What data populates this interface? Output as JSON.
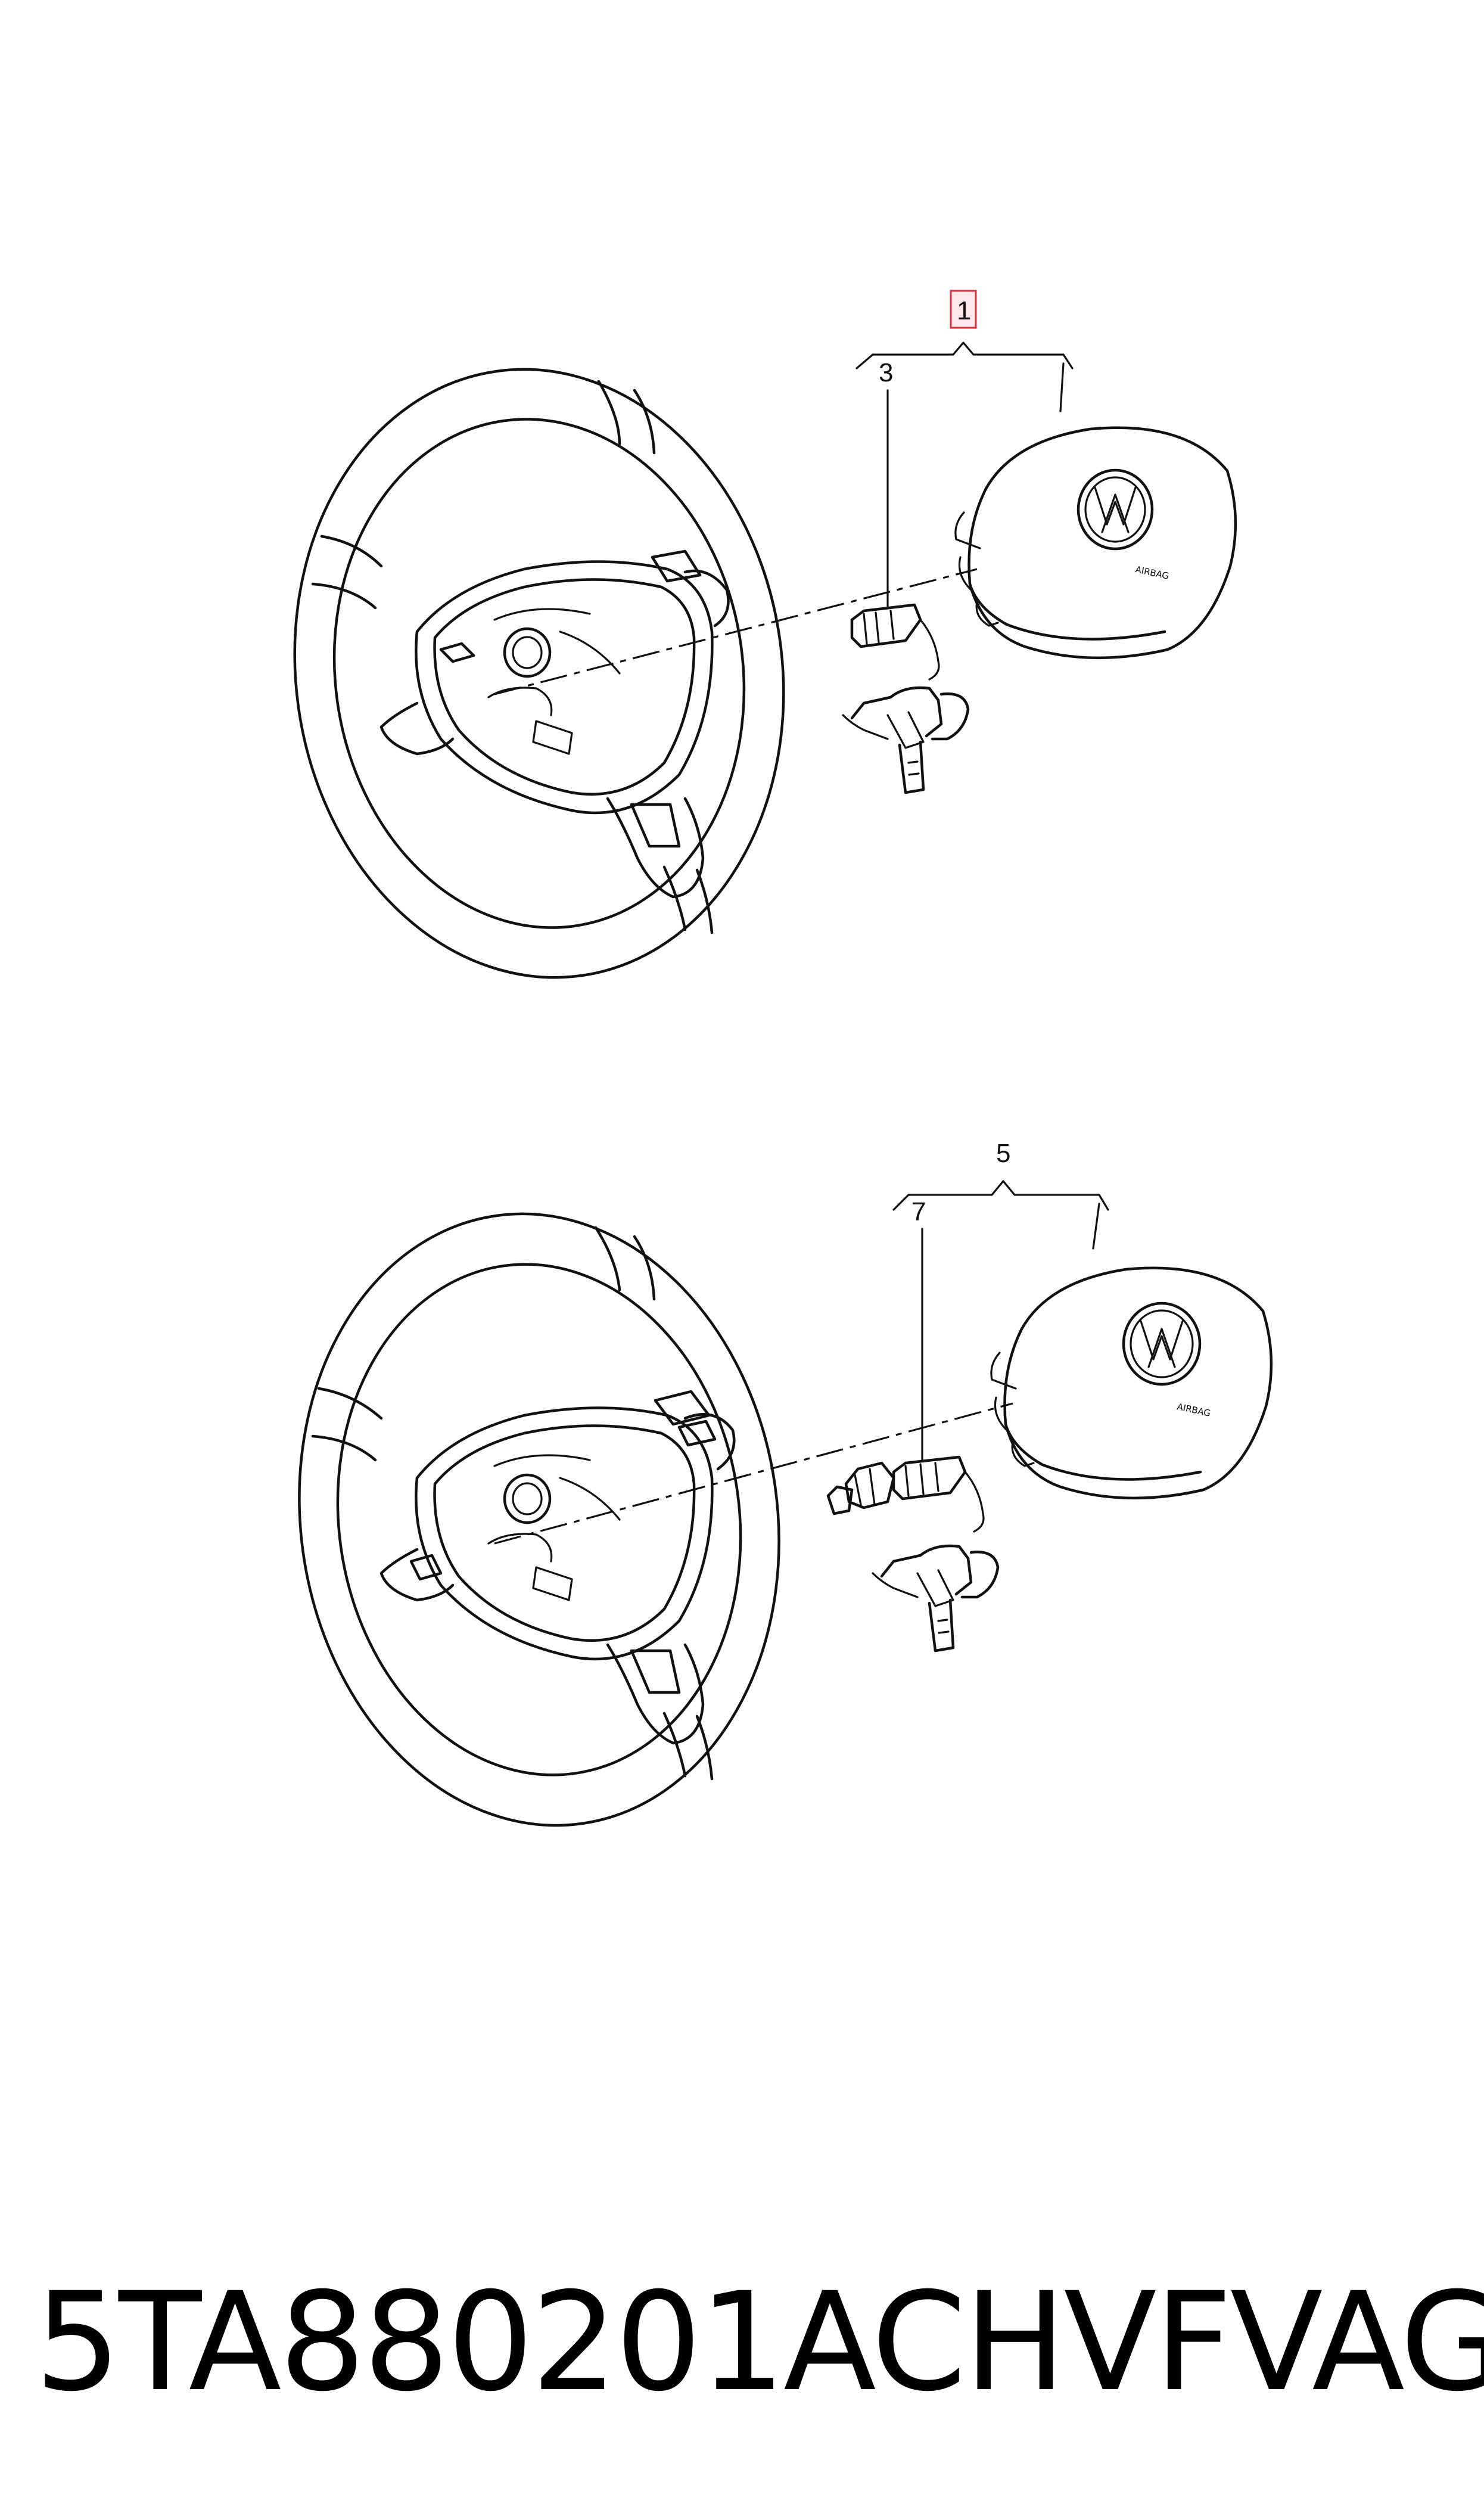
{
  "callouts": {
    "c1": "1",
    "c3": "3",
    "c5": "5",
    "c7": "7"
  },
  "badges": {
    "airbag_top": "AIRBAG",
    "airbag_bottom": "AIRBAG"
  },
  "footer": {
    "part_number": "5TA880201ACHVF",
    "brand": "VAG"
  },
  "colors": {
    "highlight_box_border": "#d9323f",
    "highlight_box_fill": "#fde8ec"
  }
}
